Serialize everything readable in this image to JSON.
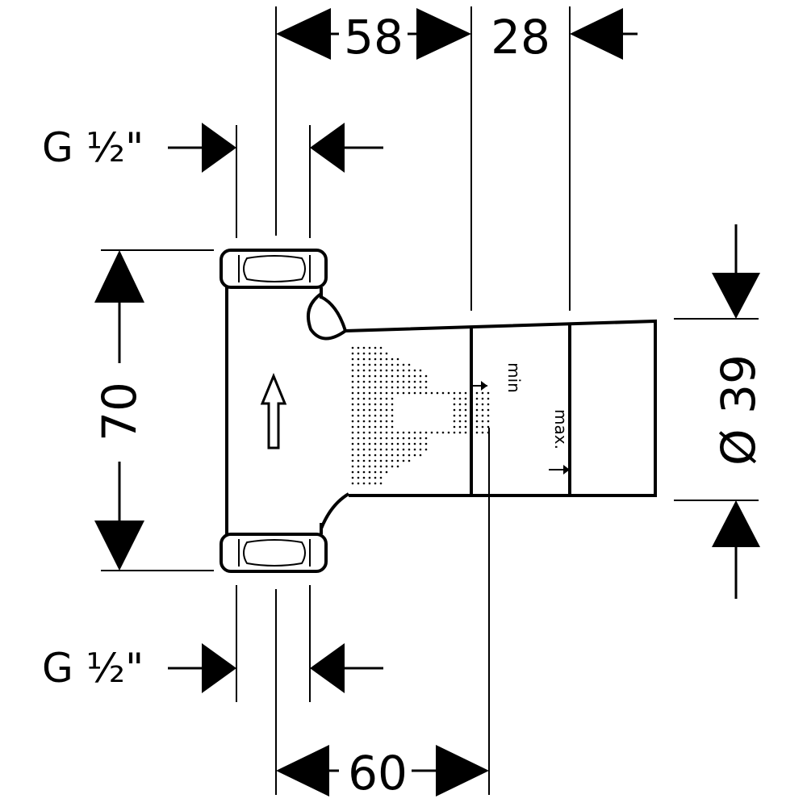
{
  "dimensions": {
    "top_left": "58",
    "top_right": "28",
    "bottom": "60",
    "height": "70",
    "diameter": "Ø 39"
  },
  "threads": {
    "top": "G ½\"",
    "bottom": "G ½\""
  },
  "markers": {
    "min": "min",
    "max": "max."
  },
  "colors": {
    "line": "#000000",
    "background": "#ffffff"
  }
}
